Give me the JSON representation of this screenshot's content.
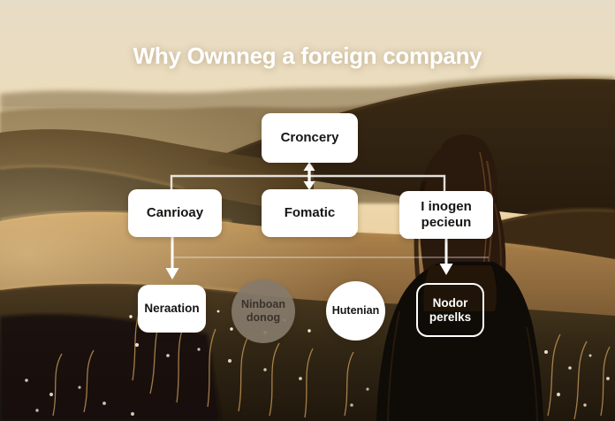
{
  "title": "Why Ownneg a foreign company",
  "flowchart": {
    "root": {
      "label": "Croncery"
    },
    "level2": [
      {
        "label": "Canrioay"
      },
      {
        "label": "Fomatic"
      },
      {
        "label": "I inogen pecieun"
      }
    ],
    "level3": [
      {
        "label": "Neraation",
        "shape": "rounded-rect",
        "variant": "solid-white"
      },
      {
        "label": "Ninboan donog",
        "shape": "circle",
        "variant": "translucent-gray"
      },
      {
        "label": "Hutenian",
        "shape": "circle",
        "variant": "solid-white"
      },
      {
        "label": "Nodor perelks",
        "shape": "rounded-rect",
        "variant": "outline-on-dark"
      }
    ]
  },
  "colors": {
    "title_text": "#ffffff",
    "node_bg": "#ffffff",
    "node_text": "#171513",
    "muted_circle_bg": "#85796b",
    "outline_border": "#ffffff",
    "connector": "#ffffff"
  }
}
